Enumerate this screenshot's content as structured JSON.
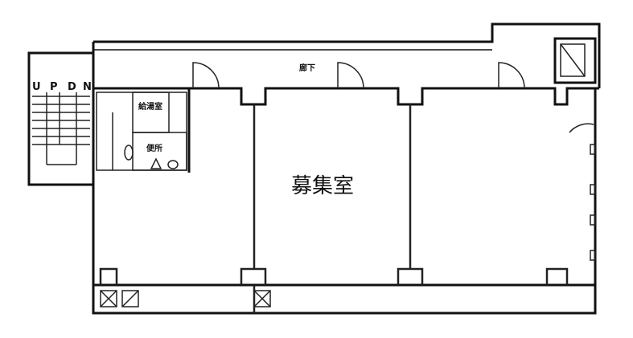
{
  "plan": {
    "main_room_label": "募集室",
    "corridor_label": "廊下",
    "kitchenette_label": "給湯室",
    "toilet_label": "便所",
    "stair_labels": [
      "U",
      "P",
      "D",
      "N"
    ]
  }
}
